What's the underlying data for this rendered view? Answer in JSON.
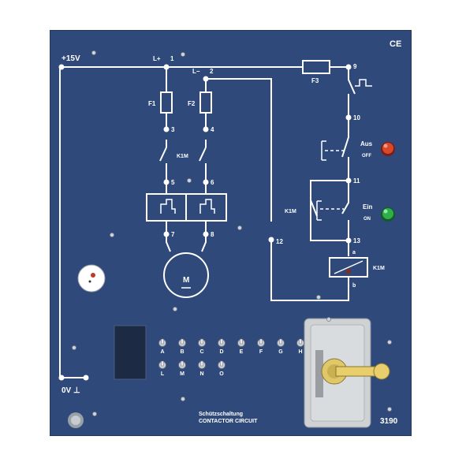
{
  "panel": {
    "ce_mark": "CE",
    "supply_plus": "+15V",
    "supply_zero": "0V ⊥",
    "model_number": "3190",
    "title_de": "Schützschaltung",
    "title_en": "CONTACTOR CIRCUIT"
  },
  "terminals": {
    "lplus": "L+",
    "lminus": "L−",
    "t1": "1",
    "t2": "2",
    "t3": "3",
    "t4": "4",
    "t5": "5",
    "t6": "6",
    "t7": "7",
    "t8": "8",
    "t9": "9",
    "t10": "10",
    "t11": "11",
    "t12": "12",
    "t13": "13",
    "coil_a": "a",
    "coil_b": "b"
  },
  "components": {
    "fuse_f1": "F1",
    "fuse_f2": "F2",
    "fuse_f3": "F3",
    "contactor_main": "K1M",
    "contactor_hold": "K1M",
    "contactor_coil": "K1M",
    "motor": "M",
    "off_label_de": "Aus",
    "off_label_en": "OFF",
    "on_label_de": "Ein",
    "on_label_en": "ON"
  },
  "fault_switches": {
    "row1": [
      "A",
      "B",
      "C",
      "D",
      "E",
      "F",
      "G",
      "H"
    ],
    "row2": [
      "L",
      "M",
      "N",
      "O"
    ]
  },
  "colors": {
    "panel": "#2f4a7a",
    "off_button": "#d9482c",
    "on_button": "#2fae4c"
  }
}
